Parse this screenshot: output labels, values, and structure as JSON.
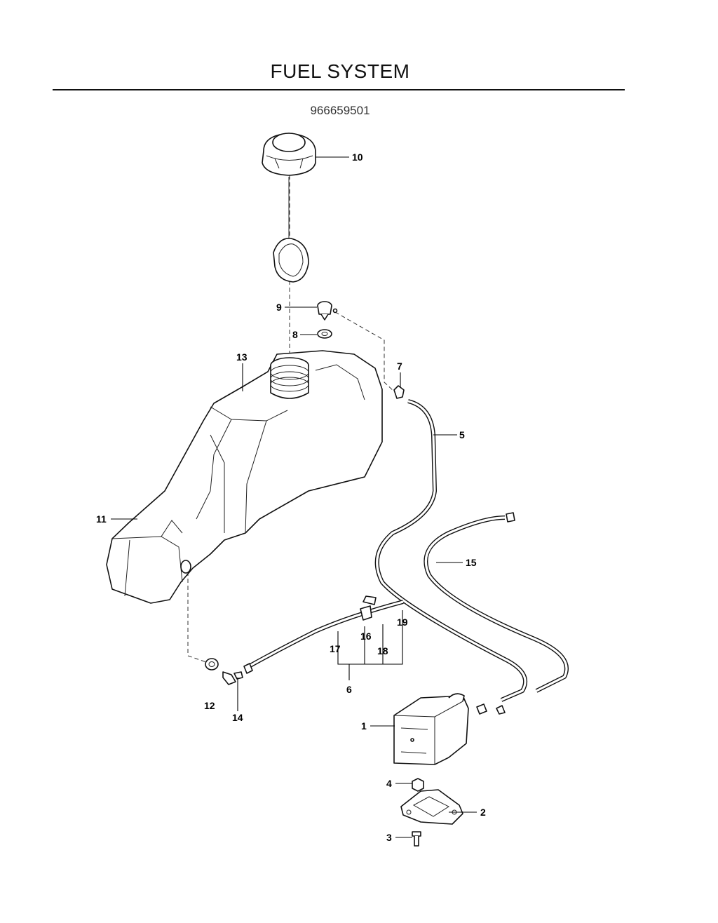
{
  "header": {
    "title": "FUEL SYSTEM",
    "part_number": "966659501"
  },
  "callouts": {
    "c1": "1",
    "c2": "2",
    "c3": "3",
    "c4": "4",
    "c5": "5",
    "c6": "6",
    "c7": "7",
    "c8": "8",
    "c9": "9",
    "c10": "10",
    "c11": "11",
    "c12": "12",
    "c13": "13",
    "c14": "14",
    "c15": "15",
    "c16": "16",
    "c17": "17",
    "c18": "18",
    "c19": "19"
  }
}
